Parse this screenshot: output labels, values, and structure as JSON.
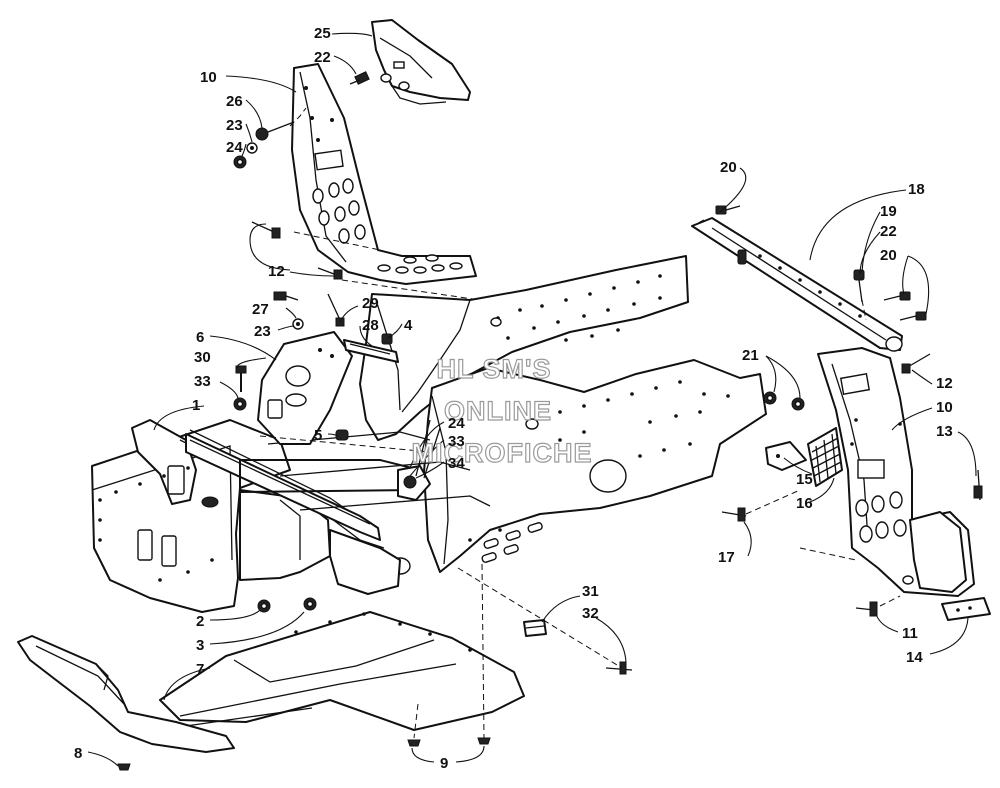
{
  "watermark": {
    "line1": "HL SM'S",
    "line2": "ONLINE",
    "line3": "MICROFICHE"
  },
  "callouts": {
    "c1": "1",
    "c2": "2",
    "c3": "3",
    "c4": "4",
    "c5": "5",
    "c6": "6",
    "c7": "7",
    "c8": "8",
    "c9": "9",
    "c10a": "10",
    "c10b": "10",
    "c11": "11",
    "c12a": "12",
    "c12b": "12",
    "c13": "13",
    "c14": "14",
    "c15": "15",
    "c16": "16",
    "c17": "17",
    "c18": "18",
    "c19": "19",
    "c20a": "20",
    "c20b": "20",
    "c21": "21",
    "c22a": "22",
    "c22b": "22",
    "c23a": "23",
    "c23b": "23",
    "c24a": "24",
    "c24b": "24",
    "c25": "25",
    "c26": "26",
    "c27": "27",
    "c28": "28",
    "c29": "29",
    "c30": "30",
    "c31": "31",
    "c32": "32",
    "c33a": "33",
    "c33b": "33",
    "c34": "34"
  }
}
